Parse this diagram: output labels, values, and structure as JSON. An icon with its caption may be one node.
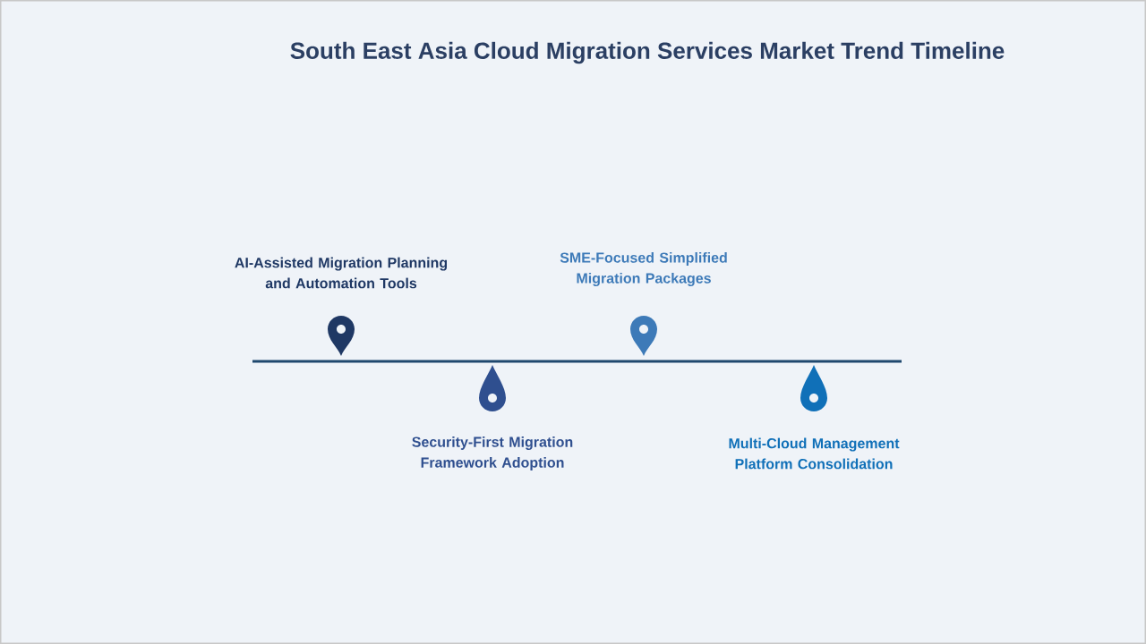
{
  "diagram": {
    "title": "South East Asia Cloud Migration Services Market Trend Timeline",
    "labels": [
      "AI-Assisted Migration Planning and Automation Tools",
      "SME-Focused Simplified Migration Packages",
      "Security-First Migration Framework Adoption",
      "Multi-Cloud Management Platform Consolidation"
    ]
  }
}
